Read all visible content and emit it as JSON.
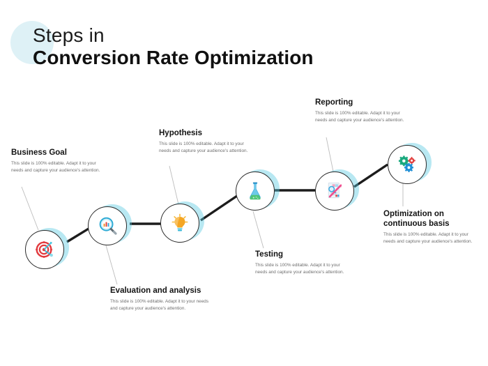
{
  "slide": {
    "title_line1": "Steps in",
    "title_line2": "Conversion Rate Optimization",
    "body_text": "This slide is 100% editable. Adapt it to your needs and capture your audience's attention.",
    "colors": {
      "accent_cyan": "#55c8e0",
      "title_blob": "#d8eef5",
      "connector": "#1c1c1c",
      "leader_line": "#b9b9b9",
      "heading": "#131313",
      "body": "#6f6f6f",
      "node_outline": "#2a2a2a"
    }
  },
  "steps": [
    {
      "id": "business-goal",
      "label": "Business Goal",
      "icon": "target-icon",
      "description": "This slide is 100% editable. Adapt it to your needs and capture your audience's attention."
    },
    {
      "id": "evaluation-and-analysis",
      "label": "Evaluation and analysis",
      "icon": "magnifier-bar-chart-icon",
      "description": "This slide is 100% editable. Adapt it to your needs and capture your audience's attention."
    },
    {
      "id": "hypothesis",
      "label": "Hypothesis",
      "icon": "lightbulb-icon",
      "description": "This slide is 100% editable. Adapt it to your needs and capture your audience's attention."
    },
    {
      "id": "testing",
      "label": "Testing",
      "icon": "flask-icon",
      "description": "This slide is 100% editable. Adapt it to your needs and capture your audience's attention."
    },
    {
      "id": "reporting",
      "label": "Reporting",
      "icon": "report-document-icon",
      "description": "This slide is 100% editable. Adapt it to your needs and capture your audience's attention."
    },
    {
      "id": "optimization-on-continuous-basis",
      "label": "Optimization on continuous basis",
      "icon": "gears-icon",
      "description": "This slide is 100% editable. Adapt it to your needs and capture your audience's attention."
    }
  ]
}
